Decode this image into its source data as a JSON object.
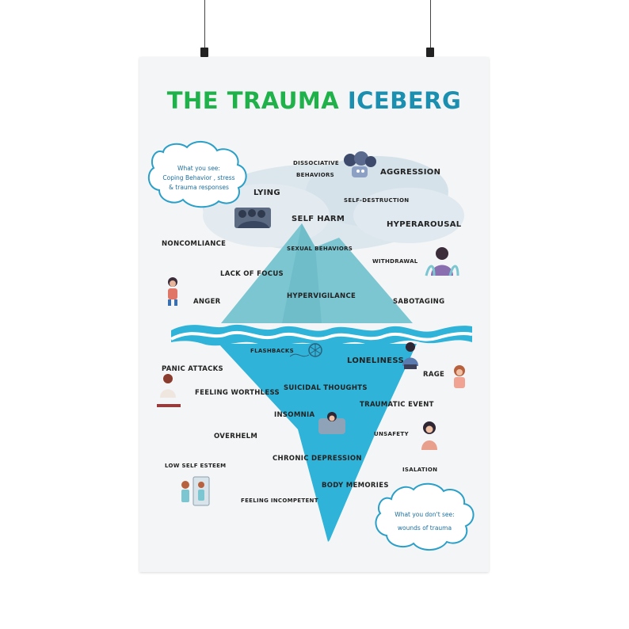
{
  "title": {
    "part1": "THE TRAUMA",
    "part2": "ICEBERG"
  },
  "colors": {
    "title_green": "#1fb24a",
    "title_blue": "#1b8fb0",
    "iceberg_top": "#7cc6d1",
    "iceberg_bottom": "#2fb3d8",
    "bubble_outline": "#2a9fc8"
  },
  "bubble_see": {
    "line1": "What you see:",
    "line2": "Coping Behavior , stress",
    "line3": "& trauma responses"
  },
  "bubble_dont_see": {
    "line1": "What you don't see:",
    "line2": "wounds of trauma"
  },
  "above": {
    "dissociative1": "DISSOCIATIVE",
    "dissociative2": "BEHAVIORS",
    "aggression": "AGGRESSION",
    "lying": "LYING",
    "self_destruction": "SELF-DESTRUCTION",
    "self_harm": "SELF HARM",
    "hyperarousal": "HYPERAROUSAL",
    "noncompliance": "NONCOMLIANCE",
    "sexual_behaviors": "SEXUAL BEHAVIORS",
    "withdrawal": "WITHDRAWAL",
    "lack_of_focus": "LACK OF FOCUS",
    "anger": "ANGER",
    "hypervigilance": "HYPERVIGILANCE",
    "sabotaging": "SABOTAGING"
  },
  "below": {
    "flashbacks": "FLASHBACKS",
    "loneliness": "LONELINESS",
    "panic_attacks": "PANIC ATTACKS",
    "rage": "RAGE",
    "feeling_worthless": "FEELING WORTHLESS",
    "suicidal_thoughts": "SUICIDAL THOUGHTS",
    "traumatic_event": "TRAUMATIC EVENT",
    "insomnia": "INSOMNIA",
    "overhelm": "OVERHELM",
    "unsafety": "UNSAFETY",
    "chronic_depression": "CHRONIC DEPRESSION",
    "low_self_esteem": "LOW SELF ESTEEM",
    "isalation": "ISALATION",
    "body_memories": "BODY MEMORIES",
    "feeling_incompetent": "FEELING INCOMPETENT"
  },
  "icons": [
    "hanging-clip-icon",
    "monster-heads-icon",
    "huddled-group-icon",
    "crying-woman-icon",
    "angry-woman-icon",
    "ball-of-yarn-icon",
    "sitting-woman-icon",
    "kneeling-woman-icon",
    "screaming-woman-icon",
    "woman-in-bed-icon",
    "sad-woman-icon",
    "mirror-reflection-icon"
  ]
}
